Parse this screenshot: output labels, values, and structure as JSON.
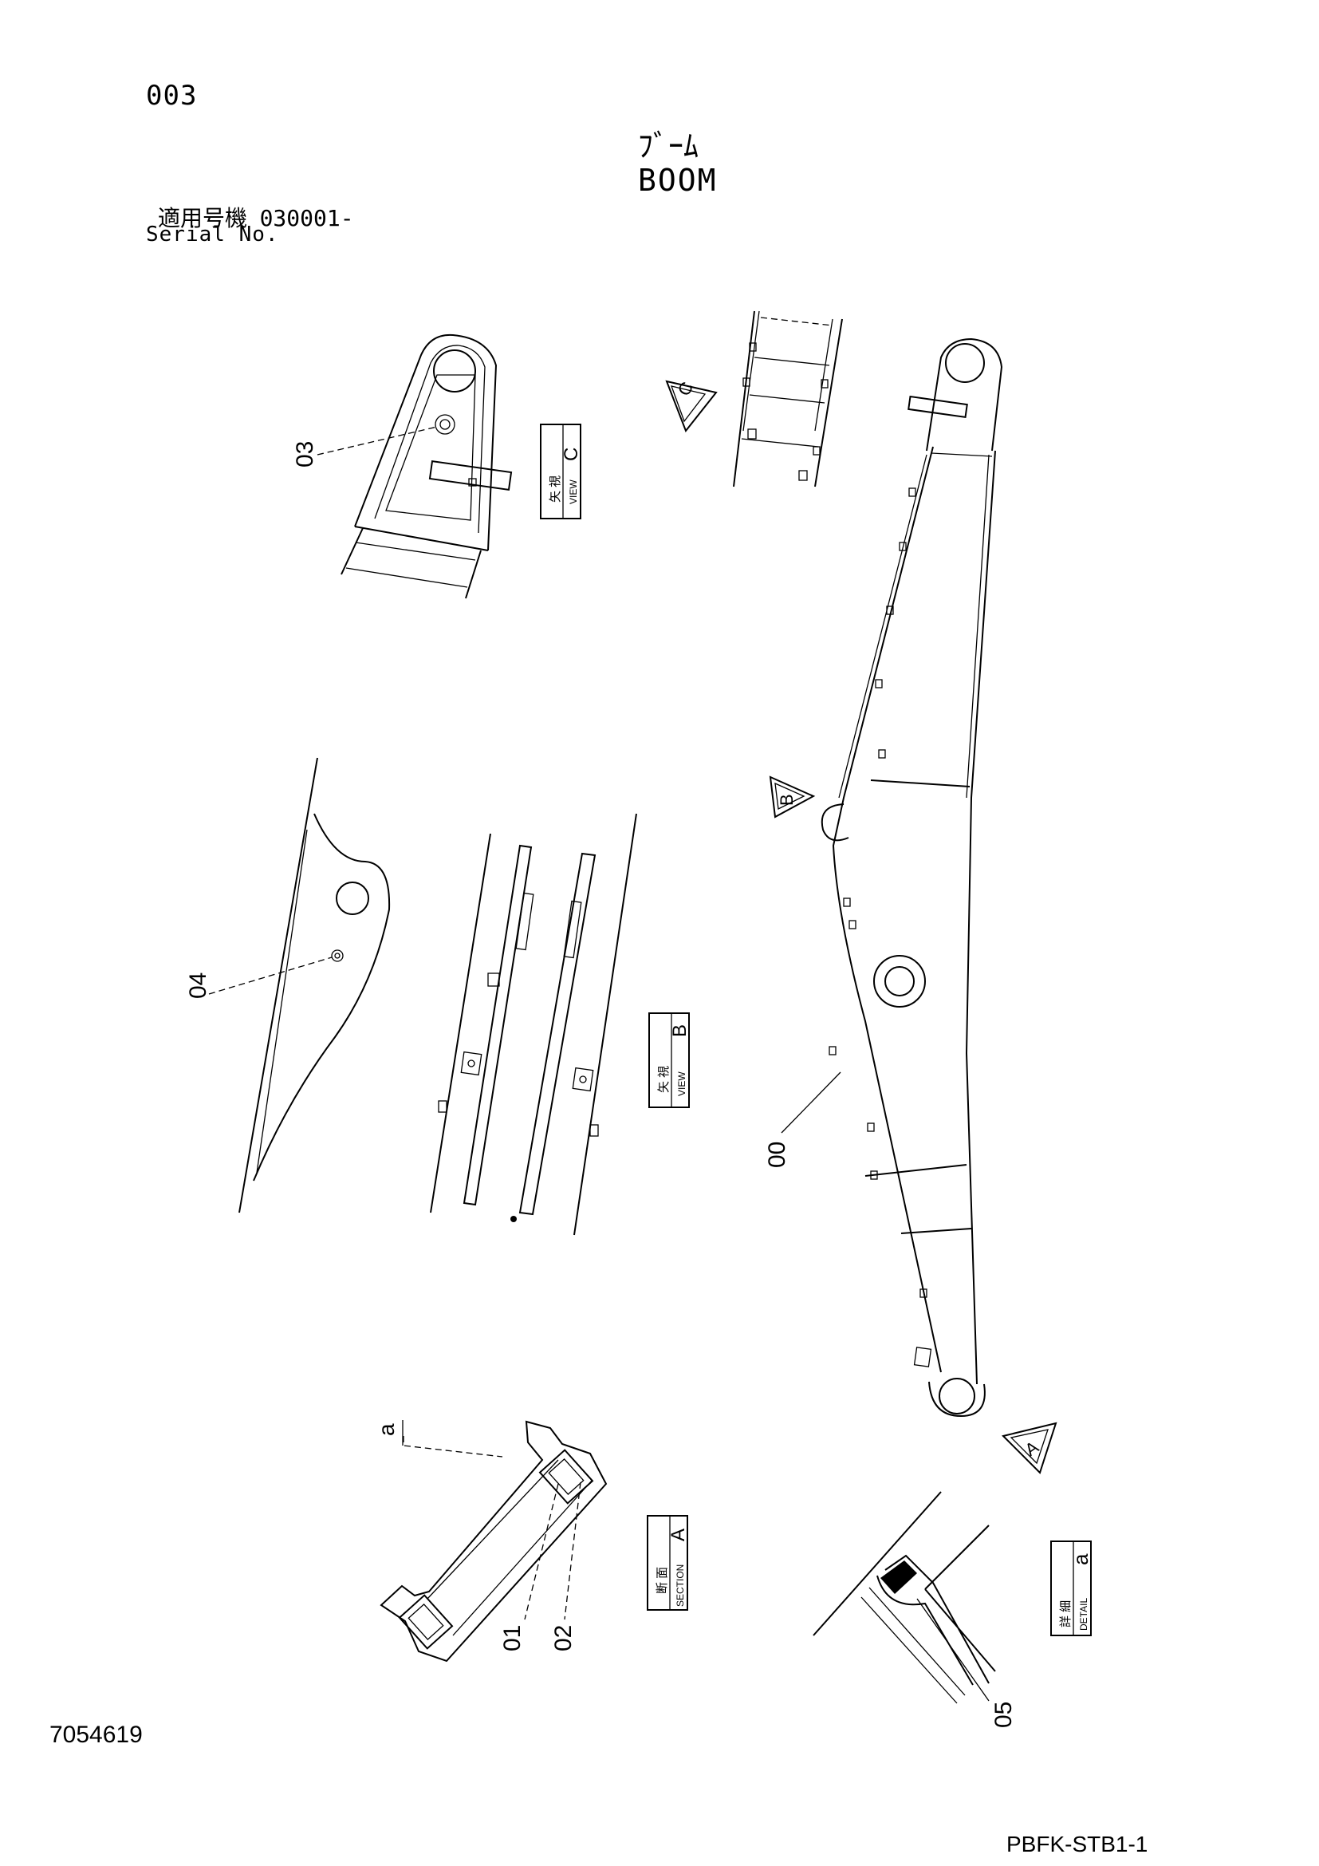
{
  "header": {
    "page_code": "003",
    "title_jp": "ﾌﾞｰﾑ",
    "title_en": "BOOM",
    "serial_label_jp": "適用号機",
    "serial_value": "030001-",
    "serial_label_en": "Serial No."
  },
  "views": {
    "view_c": {
      "jp": "矢 視",
      "en": "VIEW",
      "letter": "C"
    },
    "view_b": {
      "jp": "矢 視",
      "en": "VIEW",
      "letter": "B"
    },
    "section_a": {
      "jp": "断 面",
      "en": "SECTION",
      "letter": "A"
    },
    "detail_a": {
      "jp": "詳 細",
      "en": "DETAIL",
      "letter": "a"
    }
  },
  "markers": {
    "c": "C",
    "b": "B",
    "a": "A",
    "detail": "a"
  },
  "callouts": [
    "00",
    "01",
    "02",
    "03",
    "04",
    "05"
  ],
  "footer": {
    "doc_number": "7054619",
    "doc_code": "PBFK-STB1-1"
  }
}
